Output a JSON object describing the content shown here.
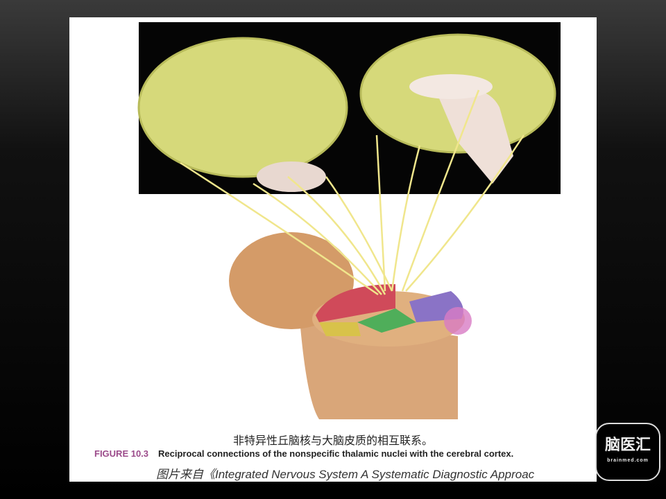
{
  "caption_cn": "非特异性丘脑核与大脑皮质的相互联系。",
  "figure_label": "FIGURE 10.3",
  "caption_en": "Reciprocal connections of the nonspecific thalamic nuclei with the cerebral cortex.",
  "source": "图片来自《Integrated Nervous System A Systematic Diagnostic Approac",
  "watermark": {
    "name": "脑医汇",
    "url": "brainmed.com"
  },
  "colors": {
    "brain": "#d6d97a",
    "arrow": "#f0e68c",
    "thalamus": "#d9a679"
  }
}
